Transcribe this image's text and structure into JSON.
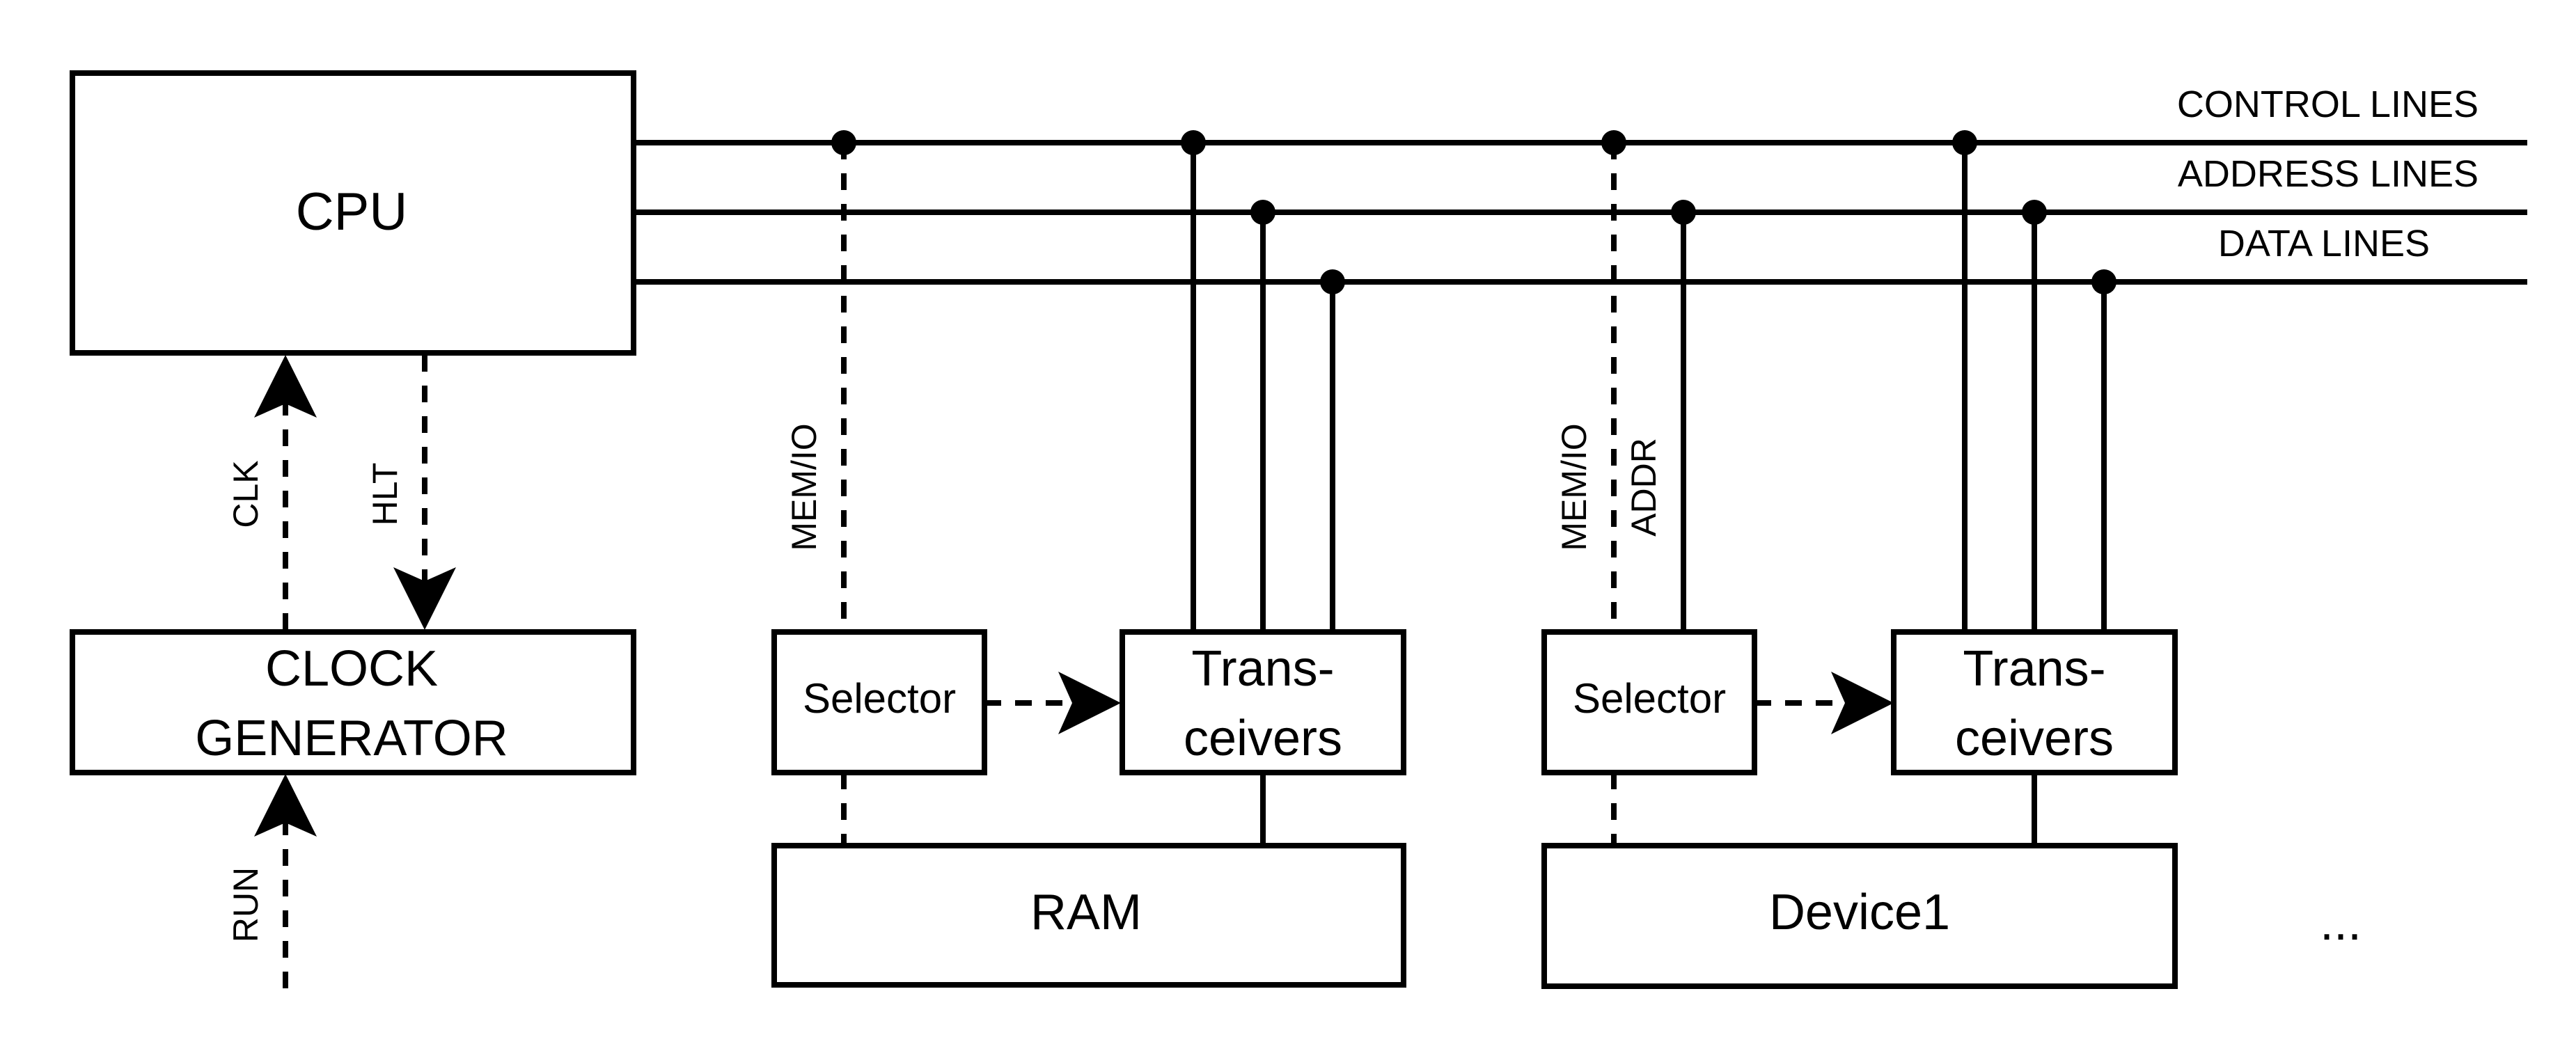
{
  "blocks": {
    "cpu": "CPU",
    "clock_line1": "CLOCK",
    "clock_line2": "GENERATOR",
    "selector1": "Selector",
    "transceivers1_line1": "Trans-",
    "transceivers1_line2": "ceivers",
    "ram": "RAM",
    "selector2": "Selector",
    "transceivers2_line1": "Trans-",
    "transceivers2_line2": "ceivers",
    "device1": "Device1",
    "ellipsis": "..."
  },
  "bus": {
    "control": "CONTROL LINES",
    "address": "ADDRESS LINES",
    "data": "DATA LINES"
  },
  "signals": {
    "clk": "CLK",
    "hlt": "HLT",
    "run": "RUN",
    "memio1": "MEM/IO",
    "memio2": "MEM/IO",
    "addr": "ADDR"
  }
}
